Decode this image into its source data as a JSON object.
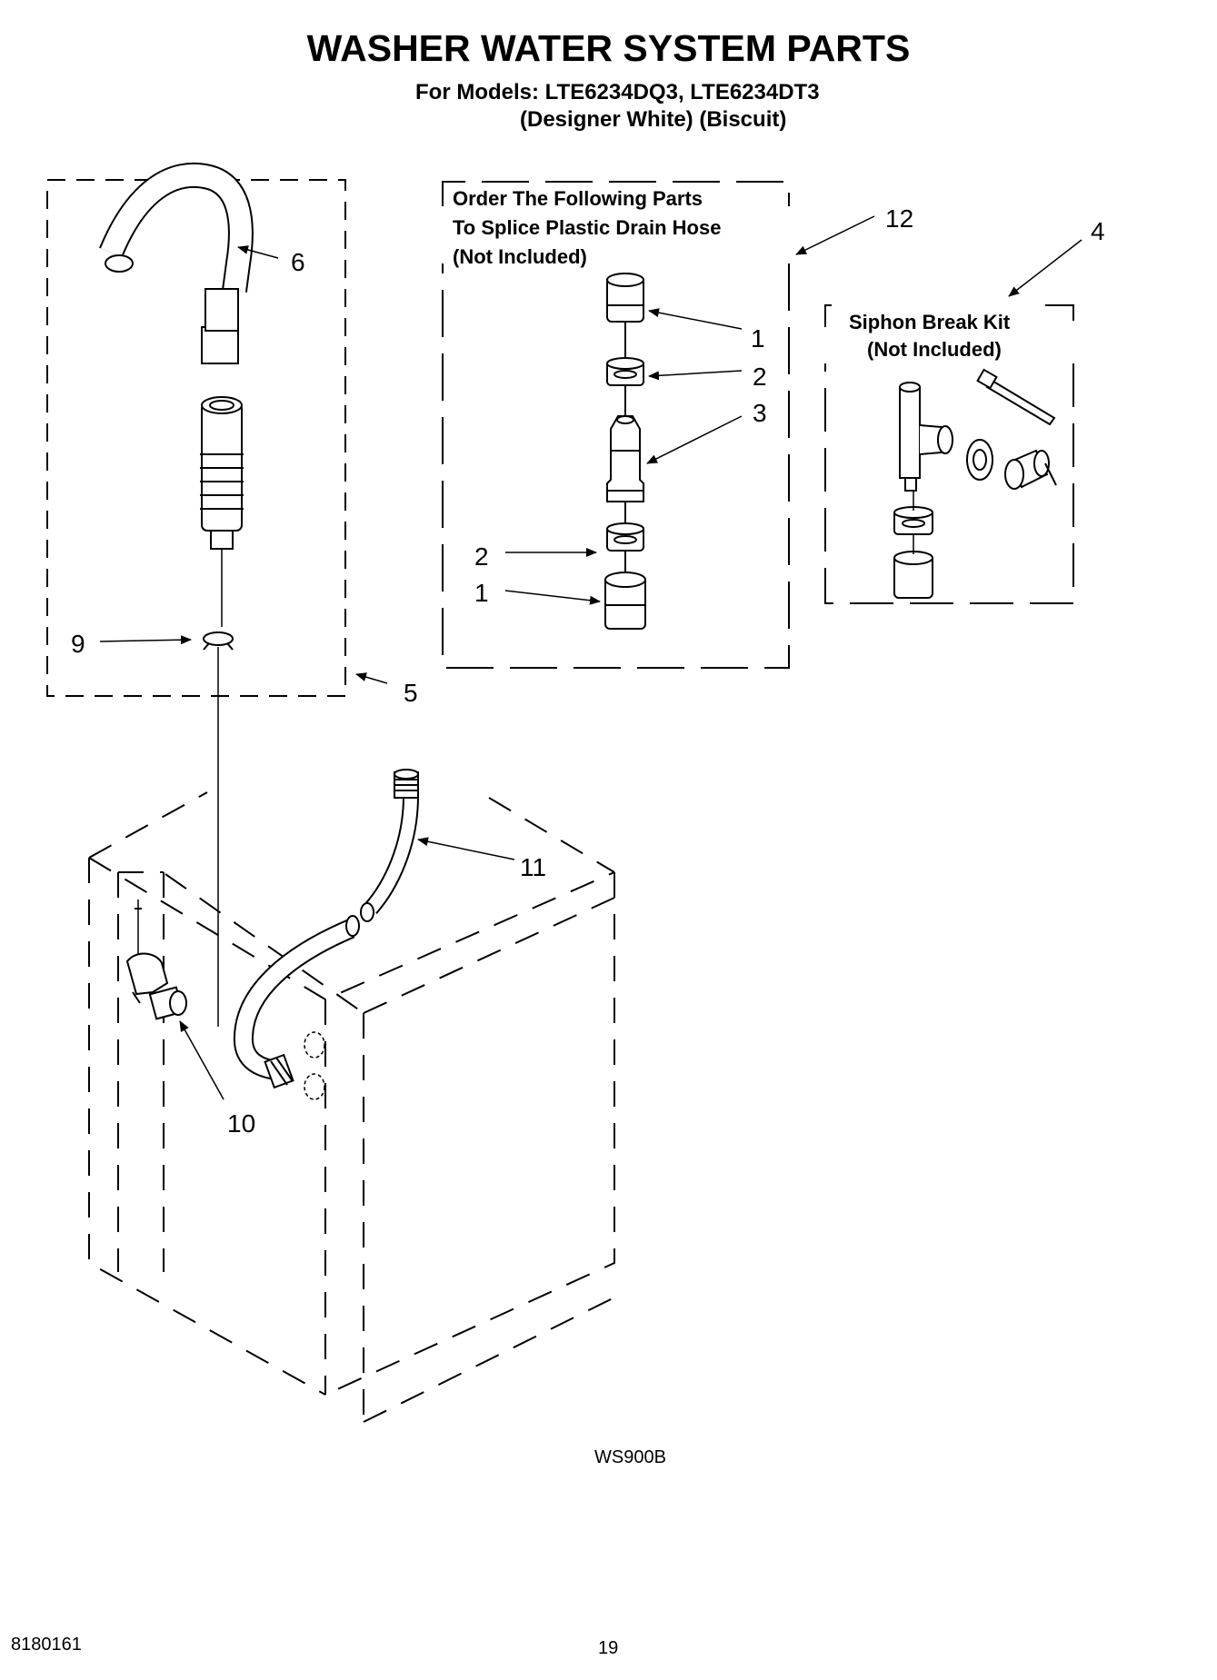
{
  "header": {
    "title": "WASHER WATER SYSTEM PARTS",
    "models": "For Models: LTE6234DQ3, LTE6234DT3",
    "colors": "(Designer White)  (Biscuit)"
  },
  "splice_box": {
    "line1": "Order The Following Parts",
    "line2": "To Splice Plastic Drain Hose",
    "line3": "(Not Included)"
  },
  "siphon_box": {
    "line1": "Siphon Break Kit",
    "line2": "(Not Included)"
  },
  "callouts": {
    "c1a": "1",
    "c1b": "1",
    "c2a": "2",
    "c2b": "2",
    "c3": "3",
    "c4": "4",
    "c5": "5",
    "c6": "6",
    "c9": "9",
    "c10": "10",
    "c11": "11",
    "c12": "12"
  },
  "footer": {
    "drawing_code": "WS900B",
    "part_number": "8180161",
    "page_number": "19"
  }
}
